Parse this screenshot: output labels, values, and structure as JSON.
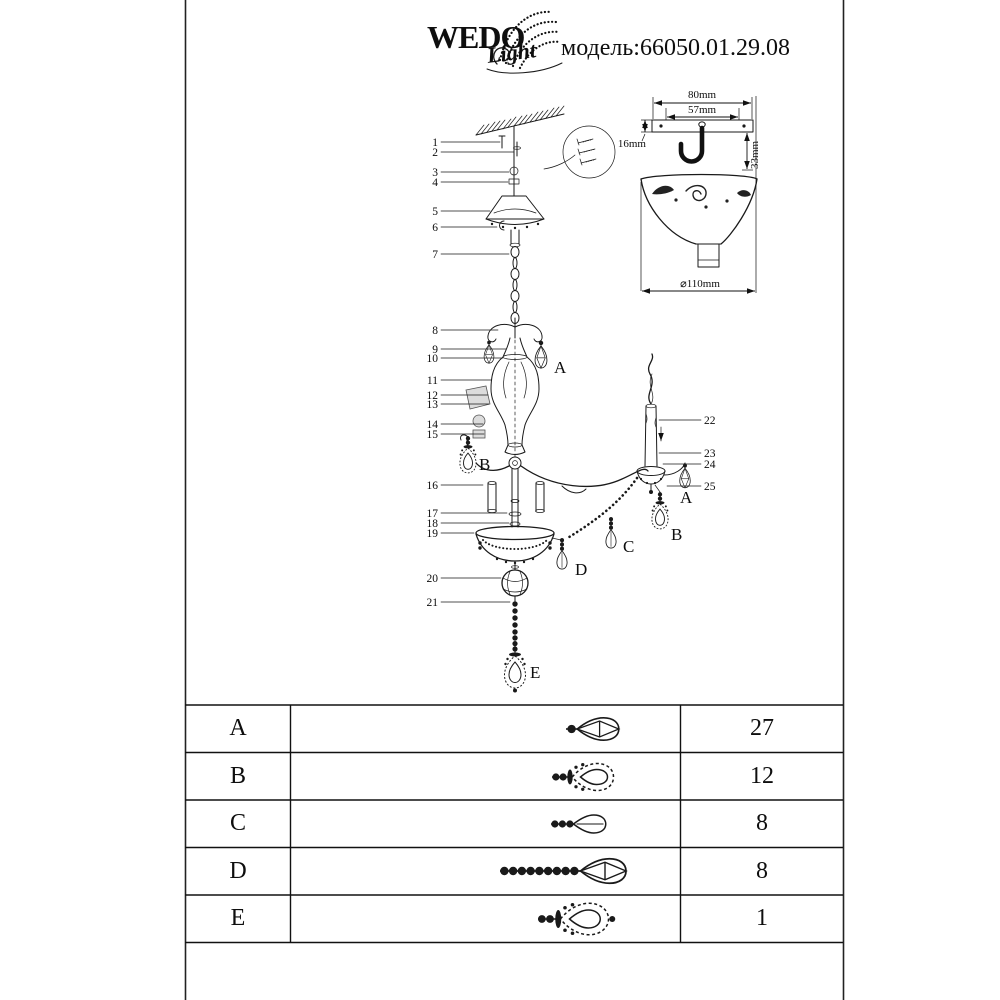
{
  "header": {
    "brand": "WEDO",
    "brand_script": "Light",
    "model_label": "модель:66050.01.29.08"
  },
  "colors": {
    "ink": "#1a1a1a"
  },
  "diagram": {
    "left_callouts": [
      "1",
      "2",
      "3",
      "4",
      "5",
      "6",
      "7",
      "8",
      "9",
      "10",
      "11",
      "12",
      "13",
      "14",
      "15",
      "16",
      "17",
      "18",
      "19",
      "20",
      "21"
    ],
    "right_callouts": [
      "22",
      "23",
      "24",
      "25"
    ],
    "letters": {
      "A": "A",
      "B": "B",
      "C": "C",
      "D": "D",
      "E": "E"
    },
    "detail_dimensions": {
      "outer_width": "80mm",
      "inner_width": "57mm",
      "plate_thickness": "16mm",
      "hook_drop": "33mm",
      "cup_diameter": "⌀110mm"
    }
  },
  "parts_table": {
    "rows": [
      {
        "part": "A",
        "qty": "27"
      },
      {
        "part": "B",
        "qty": "12"
      },
      {
        "part": "C",
        "qty": "8"
      },
      {
        "part": "D",
        "qty": "8"
      },
      {
        "part": "E",
        "qty": "1"
      }
    ]
  }
}
